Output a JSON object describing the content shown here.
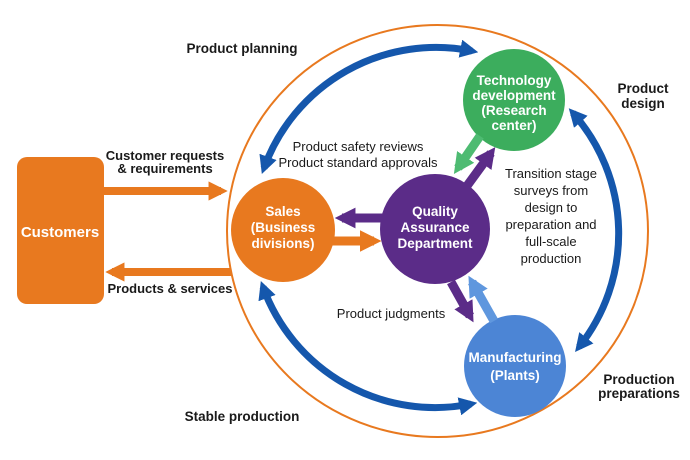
{
  "diagram": {
    "customers_label": "Customers",
    "outer_labels": {
      "product_planning": "Product planning",
      "product_design": [
        "Product",
        "design"
      ],
      "production_preparations": [
        "Production",
        "preparations"
      ],
      "stable_production": "Stable production"
    },
    "flow_labels": {
      "customer_requests": [
        "Customer requests",
        "& requirements"
      ],
      "products_services": "Products & services",
      "safety_reviews": [
        "Product safety reviews",
        "Product standard approvals"
      ],
      "transition": [
        "Transition stage",
        "surveys from",
        "design to",
        "preparation and",
        "full-scale",
        "production"
      ],
      "product_judgments": "Product judgments"
    },
    "nodes": {
      "sales": [
        "Sales",
        "(Business",
        "divisions)"
      ],
      "quality_assurance": [
        "Quality",
        "Assurance",
        "Department"
      ],
      "technology": [
        "Technology",
        "development",
        "(Research",
        "center)"
      ],
      "manufacturing": [
        "Manufacturing",
        "(Plants)"
      ]
    },
    "colors": {
      "orange": "#E8791F",
      "purple": "#5B2C88",
      "green": "#3CAD5D",
      "green_arrow": "#4EBB72",
      "blue": "#4C85D5",
      "light_blue_arrow": "#5F97DE",
      "dark_blue": "#1557AC",
      "text": "#1A1A1A"
    }
  }
}
